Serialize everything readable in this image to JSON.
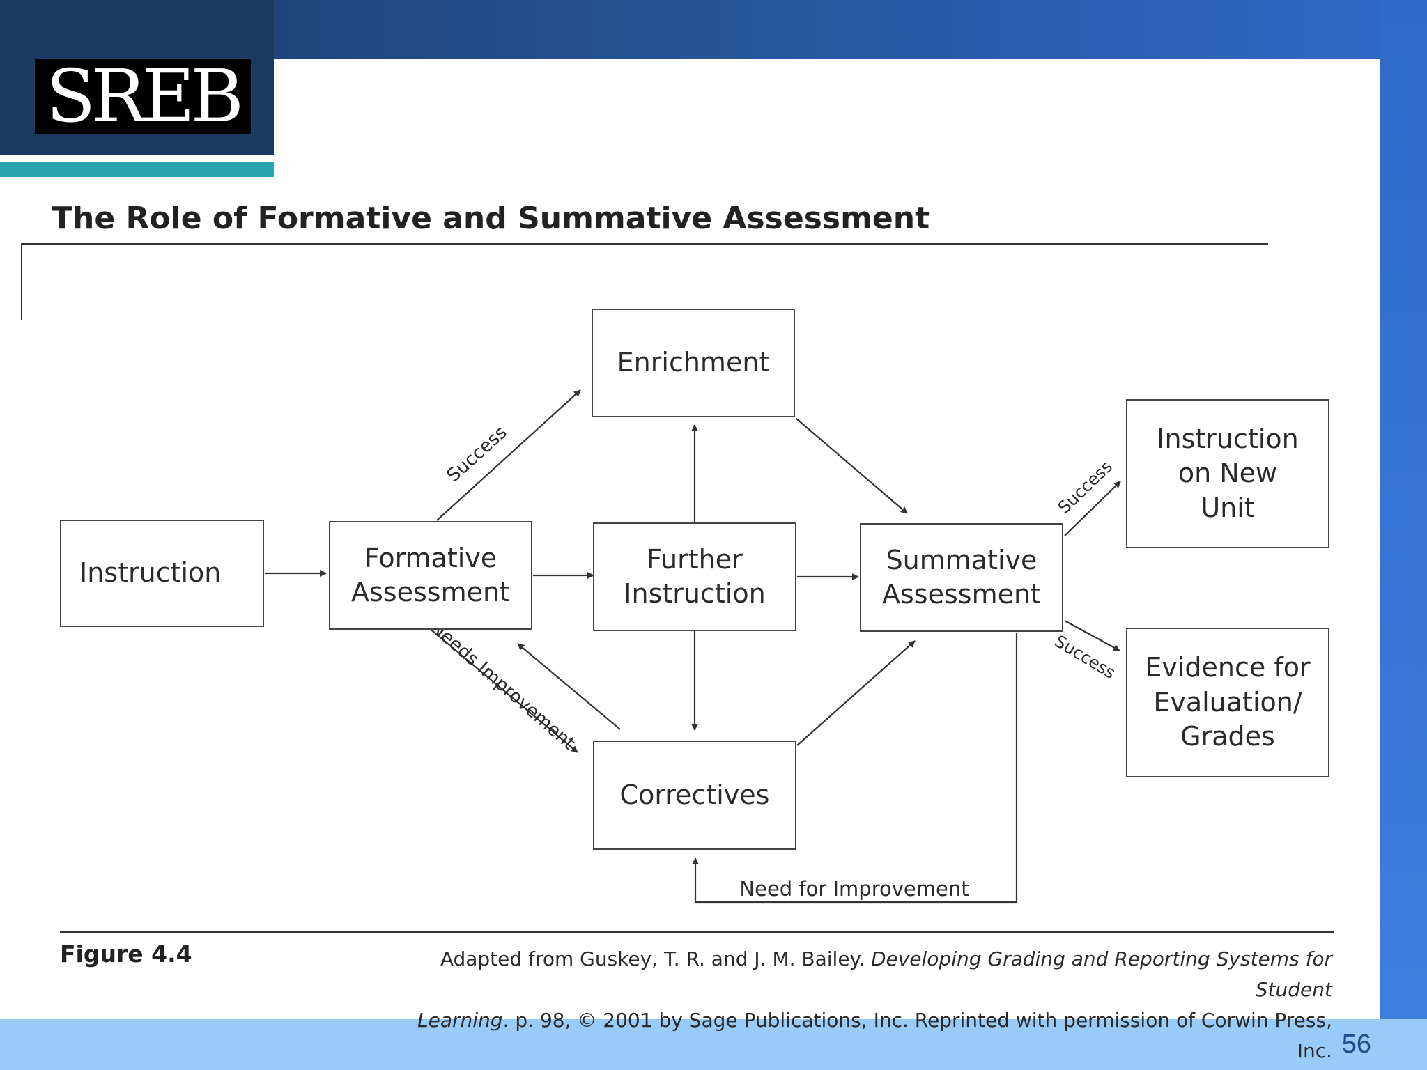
{
  "logo": {
    "text": "SREB"
  },
  "figure": {
    "title": "The Role of Formative and Summative Assessment",
    "label": "Figure 4.4",
    "caption": {
      "line1_prefix": "Adapted from Guskey, T. R. and J. M. Bailey. ",
      "line1_italic": "Developing Grading and Reporting Systems for Student",
      "line2_italic": "Learning",
      "line2_suffix": ". p. 98, © 2001 by Sage Publications, Inc. Reprinted with permission of Corwin Press, Inc."
    }
  },
  "diagram": {
    "nodes": {
      "instruction": "Instruction",
      "formative": "Formative\nAssessment",
      "enrichment": "Enrichment",
      "further": "Further\nInstruction",
      "correctives": "Correctives",
      "summative": "Summative\nAssessment",
      "new_unit": "Instruction\non New\nUnit",
      "evidence": "Evidence for\nEvaluation/\nGrades"
    },
    "edges": {
      "formative_to_enrichment": "Success",
      "formative_to_correctives": "Needs Improvement",
      "summative_to_new_unit": "Success",
      "summative_to_evidence": "Success",
      "summative_to_correctives": "Need for Improvement"
    }
  },
  "page": {
    "number": "56"
  },
  "colors": {
    "header_dark": "#1c3961",
    "header_blue": "#2f6ac8",
    "teal_bar": "#2aa3b1",
    "footer_band": "#99cbf9",
    "page_number": "#1f4f8a"
  }
}
